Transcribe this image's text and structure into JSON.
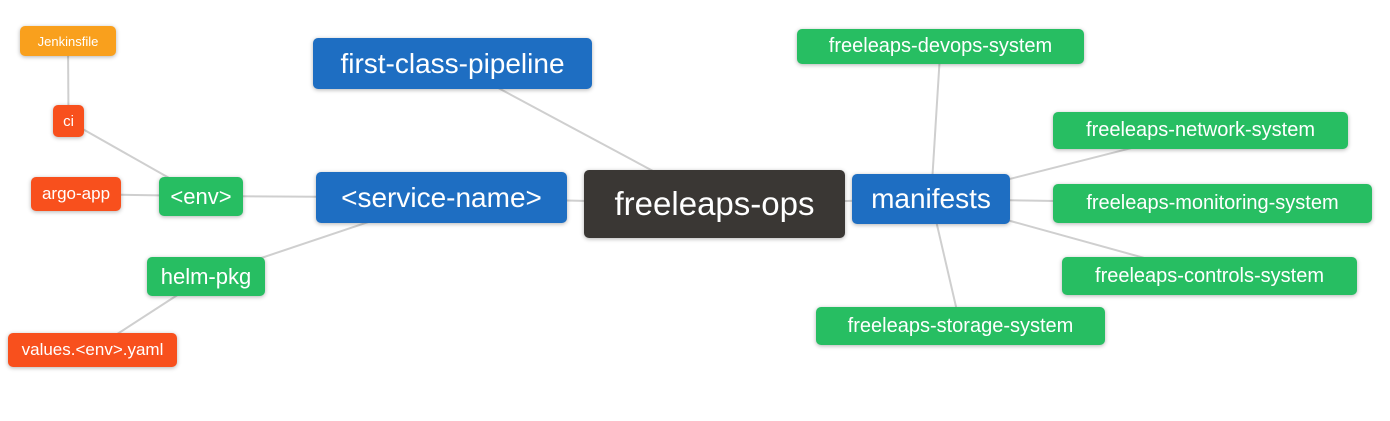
{
  "diagram": {
    "type": "mindmap",
    "root": "freeleaps-ops",
    "background": "#ffffff",
    "edge_color": "#cfcfcf",
    "text_color": "#ffffff"
  },
  "palette": {
    "blue": "#1e6ec2",
    "green": "#27be62",
    "vermilion": "#f8501d",
    "amber": "#f9a01d",
    "dark": "#3a3734"
  },
  "nodes": [
    {
      "id": "jenkinsfile",
      "label": "Jenkinsfile",
      "color": "amber"
    },
    {
      "id": "ci",
      "label": "ci",
      "color": "vermilion"
    },
    {
      "id": "argo-app",
      "label": "argo-app",
      "color": "vermilion"
    },
    {
      "id": "env",
      "label": "<env>",
      "color": "green"
    },
    {
      "id": "helm-pkg",
      "label": "helm-pkg",
      "color": "green"
    },
    {
      "id": "values-env-yaml",
      "label": "values.<env>.yaml",
      "color": "vermilion"
    },
    {
      "id": "first-class-pipeline",
      "label": "first-class-pipeline",
      "color": "blue"
    },
    {
      "id": "service-name",
      "label": "<service-name>",
      "color": "blue"
    },
    {
      "id": "freeleaps-ops",
      "label": "freeleaps-ops",
      "color": "dark"
    },
    {
      "id": "manifests",
      "label": "manifests",
      "color": "blue"
    },
    {
      "id": "freeleaps-devops-system",
      "label": "freeleaps-devops-system",
      "color": "green"
    },
    {
      "id": "freeleaps-network-system",
      "label": "freeleaps-network-system",
      "color": "green"
    },
    {
      "id": "freeleaps-monitoring-system",
      "label": "freeleaps-monitoring-system",
      "color": "green"
    },
    {
      "id": "freeleaps-controls-system",
      "label": "freeleaps-controls-system",
      "color": "green"
    },
    {
      "id": "freeleaps-storage-system",
      "label": "freeleaps-storage-system",
      "color": "green"
    }
  ],
  "edges": [
    {
      "from": "jenkinsfile",
      "to": "ci"
    },
    {
      "from": "ci",
      "to": "env"
    },
    {
      "from": "argo-app",
      "to": "env"
    },
    {
      "from": "env",
      "to": "service-name"
    },
    {
      "from": "helm-pkg",
      "to": "service-name"
    },
    {
      "from": "values-env-yaml",
      "to": "helm-pkg"
    },
    {
      "from": "first-class-pipeline",
      "to": "freeleaps-ops"
    },
    {
      "from": "service-name",
      "to": "freeleaps-ops"
    },
    {
      "from": "freeleaps-ops",
      "to": "manifests"
    },
    {
      "from": "manifests",
      "to": "freeleaps-devops-system"
    },
    {
      "from": "manifests",
      "to": "freeleaps-network-system"
    },
    {
      "from": "manifests",
      "to": "freeleaps-monitoring-system"
    },
    {
      "from": "manifests",
      "to": "freeleaps-controls-system"
    },
    {
      "from": "manifests",
      "to": "freeleaps-storage-system"
    }
  ]
}
